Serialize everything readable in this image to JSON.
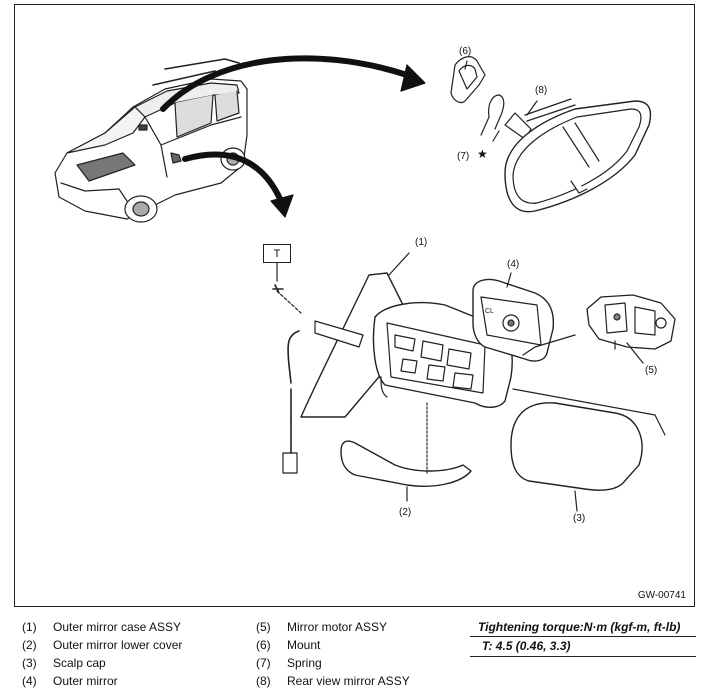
{
  "diagram": {
    "code": "GW-00741",
    "torque_marker": "T",
    "star_marker": "★",
    "callouts": [
      {
        "id": "1",
        "text": "(1)"
      },
      {
        "id": "2",
        "text": "(2)"
      },
      {
        "id": "3",
        "text": "(3)"
      },
      {
        "id": "4",
        "text": "(4)"
      },
      {
        "id": "5",
        "text": "(5)"
      },
      {
        "id": "6",
        "text": "(6)"
      },
      {
        "id": "7",
        "text": "(7)"
      },
      {
        "id": "8",
        "text": "(8)"
      }
    ]
  },
  "legend": {
    "items": [
      {
        "num": "(1)",
        "label": "Outer mirror case ASSY"
      },
      {
        "num": "(2)",
        "label": "Outer mirror lower cover"
      },
      {
        "num": "(3)",
        "label": "Scalp cap"
      },
      {
        "num": "(4)",
        "label": "Outer mirror"
      },
      {
        "num": "(5)",
        "label": "Mirror motor ASSY"
      },
      {
        "num": "(6)",
        "label": "Mount"
      },
      {
        "num": "(7)",
        "label": "Spring"
      },
      {
        "num": "(8)",
        "label": "Rear view mirror ASSY"
      }
    ]
  },
  "torque": {
    "title": "Tightening torque:N·m (kgf-m, ft-lb)",
    "value": "T:   4.5 (0.46, 3.3)"
  }
}
